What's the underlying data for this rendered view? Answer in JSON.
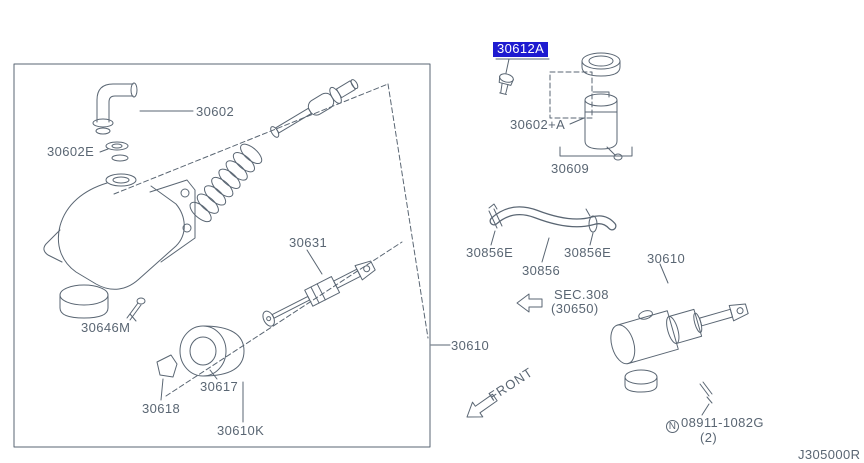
{
  "diagram": {
    "description": "Clutch master cylinder exploded parts diagram"
  },
  "colors": {
    "highlight": "#1e1bd0",
    "ink": "#5a6673"
  },
  "labels": {
    "p30602": "30602",
    "p30602e": "30602E",
    "p30631": "30631",
    "p30646m": "30646M",
    "p30617": "30617",
    "p30618": "30618",
    "p30610k": "30610K",
    "p30612a": "30612A",
    "p30602a": "30602+A",
    "p30609": "30609",
    "p30856e_left": "30856E",
    "p30856": "30856",
    "p30856e_right": "30856E",
    "p30610_cylinder": "30610",
    "sec_ref": "SEC.308",
    "sec_ref_sub": "(30650)",
    "p30610_assembly": "30610",
    "front": "FRONT",
    "nut_symbol": "N",
    "nut_part": "08911-1082G",
    "nut_qty": "(2)",
    "sheet_code": "J305000R"
  }
}
